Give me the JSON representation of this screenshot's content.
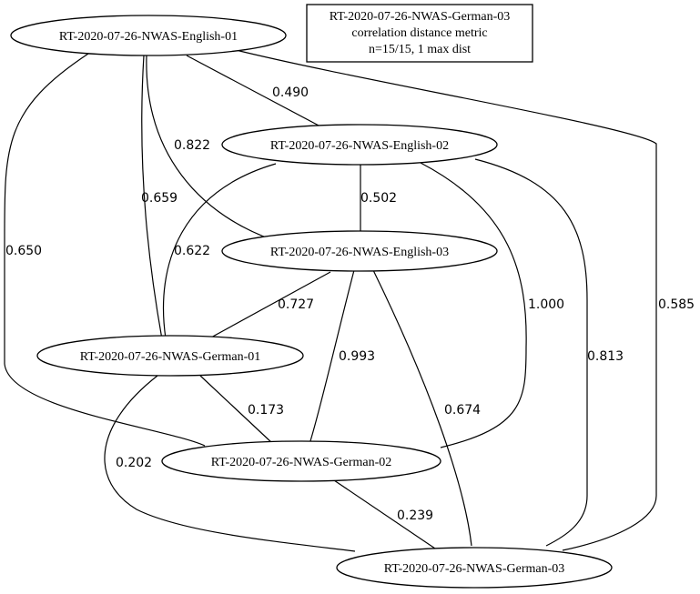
{
  "info_box": {
    "lines": [
      "RT-2020-07-26-NWAS-German-03",
      "correlation distance metric",
      "n=15/15, 1 max dist"
    ]
  },
  "nodes": {
    "en01": "RT-2020-07-26-NWAS-English-01",
    "en02": "RT-2020-07-26-NWAS-English-02",
    "en03": "RT-2020-07-26-NWAS-English-03",
    "de01": "RT-2020-07-26-NWAS-German-01",
    "de02": "RT-2020-07-26-NWAS-German-02",
    "de03": "RT-2020-07-26-NWAS-German-03"
  },
  "edges": [
    {
      "id": "en01-en02",
      "from": "en01",
      "to": "en02",
      "weight": "0.490"
    },
    {
      "id": "en01-en03",
      "from": "en01",
      "to": "en03",
      "weight": "0.822"
    },
    {
      "id": "en01-de01",
      "from": "en01",
      "to": "de01",
      "weight": "0.659"
    },
    {
      "id": "en01-de02",
      "from": "en01",
      "to": "de02",
      "weight": "0.650"
    },
    {
      "id": "en01-de03",
      "from": "en01",
      "to": "de03",
      "weight": "0.585"
    },
    {
      "id": "en02-en03",
      "from": "en02",
      "to": "en03",
      "weight": "0.502"
    },
    {
      "id": "en02-de01",
      "from": "en02",
      "to": "de01",
      "weight": "0.622"
    },
    {
      "id": "en02-de02",
      "from": "en02",
      "to": "de02",
      "weight": "1.000"
    },
    {
      "id": "en02-de03",
      "from": "en02",
      "to": "de03",
      "weight": "0.813"
    },
    {
      "id": "en03-de01",
      "from": "en03",
      "to": "de01",
      "weight": "0.727"
    },
    {
      "id": "en03-de02",
      "from": "en03",
      "to": "de02",
      "weight": "0.993"
    },
    {
      "id": "en03-de03",
      "from": "en03",
      "to": "de03",
      "weight": "0.674"
    },
    {
      "id": "de01-de02",
      "from": "de01",
      "to": "de02",
      "weight": "0.173"
    },
    {
      "id": "de01-de03",
      "from": "de01",
      "to": "de03",
      "weight": "0.202"
    },
    {
      "id": "de02-de03",
      "from": "de02",
      "to": "de03",
      "weight": "0.239"
    }
  ]
}
